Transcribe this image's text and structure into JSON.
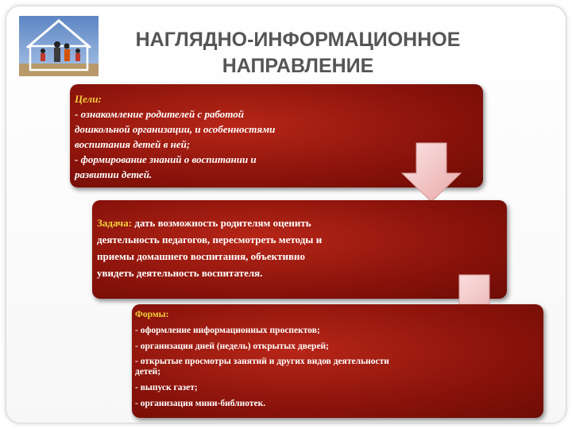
{
  "title": {
    "line1": "НАГЛЯДНО-ИНФОРМАЦИОННОЕ",
    "line2": "НАПРАВЛЕНИЕ"
  },
  "goals": {
    "heading": "Цели:",
    "lines": [
      "- ознакомление родителей с работой",
      "дошкольной организации, и особенностями",
      "воспитания детей в ней;",
      "-  формирование  знаний о воспитании и",
      "развитии детей."
    ]
  },
  "task": {
    "heading": "Задача:",
    "first_line": " дать возможность родителям оценить",
    "lines": [
      "деятельность педагогов, пересмотреть методы и",
      "приемы домашнего воспитания, объективно",
      "увидеть деятельность воспитателя."
    ]
  },
  "forms": {
    "heading": "Формы:",
    "items": [
      "- оформление информационных проспектов;",
      "- организация дней  (недель) открытых  дверей;",
      "- открытые  просмотры занятий и других видов деятельности детей;",
      "- выпуск газет;",
      "- организация мини-библиотек."
    ]
  },
  "colors": {
    "box": "#8a130b",
    "heading_accent": "#f2d13b",
    "arrow": "#f3c6c6",
    "title": "#555555"
  },
  "icons": {
    "logo": "family-house-icon",
    "arrows": "down-arrow-icon"
  }
}
